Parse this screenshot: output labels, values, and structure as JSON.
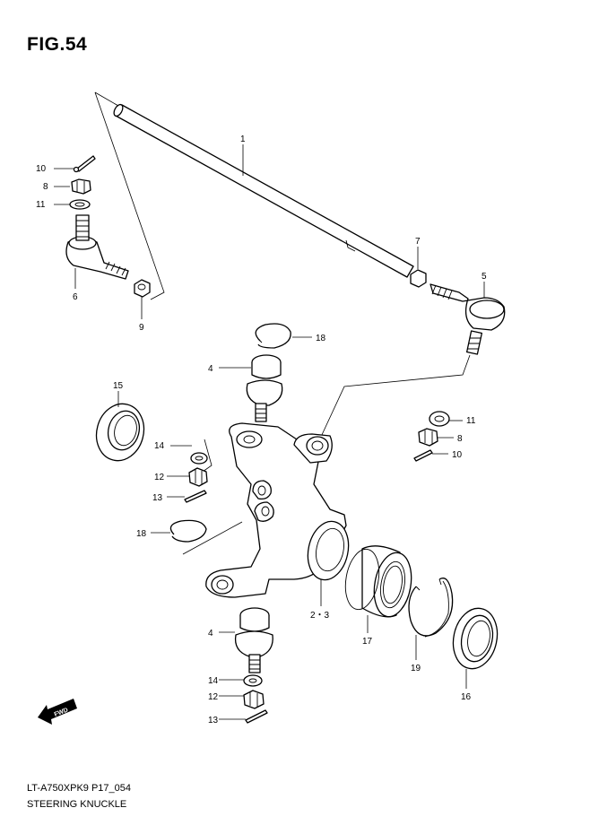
{
  "figure": {
    "title": "FIG.54",
    "model_code": "LT-A750XPK9 P17_054",
    "section_name": "STEERING KNUCKLE"
  },
  "direction_arrow": {
    "label": "FWD"
  },
  "callouts": {
    "c1": "1",
    "c2_3": "2・3",
    "c4a": "4",
    "c4b": "4",
    "c5": "5",
    "c6": "6",
    "c7": "7",
    "c8a": "8",
    "c8b": "8",
    "c9": "9",
    "c10a": "10",
    "c10b": "10",
    "c11a": "11",
    "c11b": "11",
    "c12a": "12",
    "c12b": "12",
    "c13a": "13",
    "c13b": "13",
    "c14a": "14",
    "c14b": "14",
    "c15": "15",
    "c16": "16",
    "c17": "17",
    "c18a": "18",
    "c18b": "18",
    "c19": "19"
  }
}
